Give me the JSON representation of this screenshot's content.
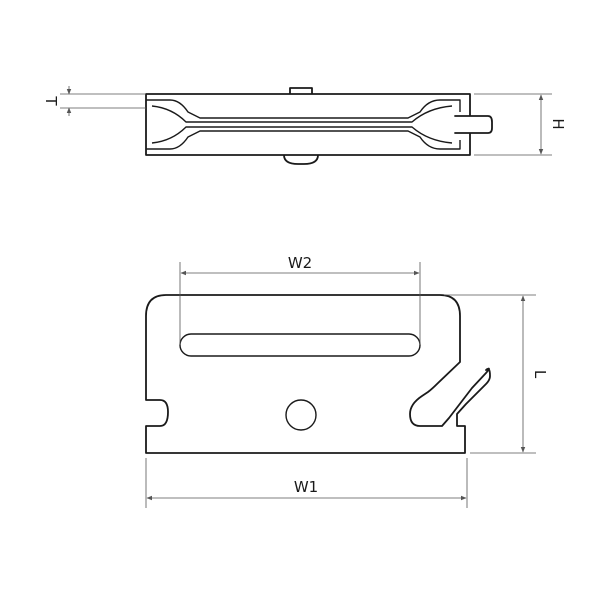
{
  "labels": {
    "t": "T",
    "h": "H",
    "w2": "W2",
    "w1": "W1",
    "l": "L"
  },
  "colors": {
    "line": "#1a1a1a",
    "dimension": "#555555",
    "background": "#ffffff"
  }
}
